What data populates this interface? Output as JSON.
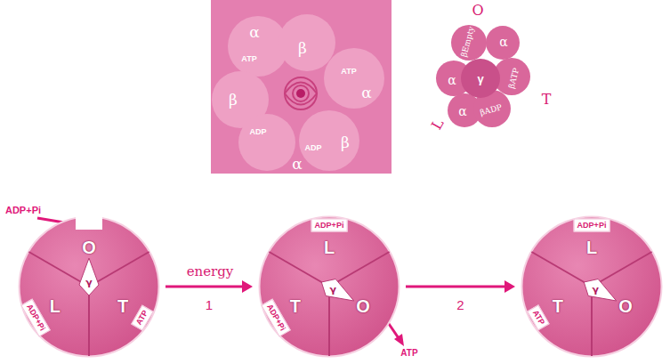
{
  "diagram": {
    "nodes": [
      {
        "text": [
          "γ"
        ]
      },
      {
        "text": [
          "O"
        ],
        "in": 0
      },
      {
        "text": [
          "L",
          "ADP+Pi"
        ],
        "in": 0
      },
      {
        "text": [
          "T",
          "ATP"
        ],
        "in": 0
      },
      {
        "text": [
          "γ"
        ]
      },
      {
        "text": [
          "L",
          "ADP+Pi"
        ],
        "in": 4
      },
      {
        "text": [
          "T",
          "ADP+Pi"
        ],
        "in": 4
      },
      {
        "text": [
          "O"
        ],
        "in": 4
      },
      {
        "text": [
          "γ"
        ]
      },
      {
        "text": [
          "L",
          "ADP+Pi"
        ],
        "in": 8
      },
      {
        "text": [
          "T",
          "ATP"
        ],
        "in": 8
      },
      {
        "text": [
          "O"
        ],
        "in": 8
      }
    ],
    "edges": [
      {
        "from": 0,
        "to": 4,
        "arrow": "to",
        "label": "1"
      },
      {
        "from": 4,
        "to": 8,
        "arrow": "to",
        "label": "2"
      }
    ],
    "labels": [
      "α",
      "ATP",
      "β",
      "ATP",
      "α",
      "β",
      "ADP",
      "ADP",
      "β",
      "α",
      "O",
      "βEmpty",
      "α",
      "γ",
      "βATP",
      "α",
      "βADP",
      "α",
      "T",
      "L",
      "ADP+Pi",
      "energy",
      "ATP"
    ]
  }
}
